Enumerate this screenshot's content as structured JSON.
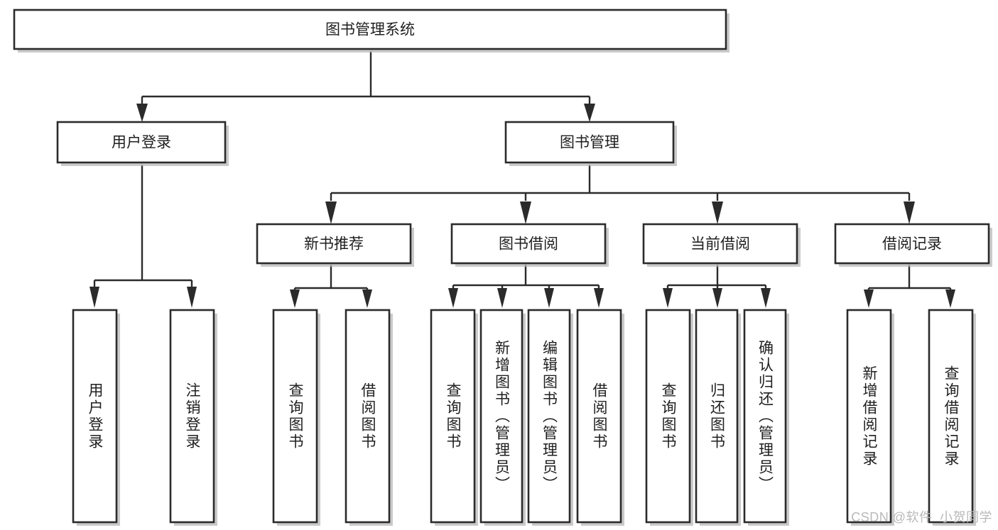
{
  "diagram": {
    "title": "图书管理系统",
    "type": "hierarchy-tree",
    "watermark": "CSDN @软件_小贺同学",
    "colors": {
      "stroke": "#2b2b2b",
      "fill": "#ffffff",
      "shadow": "#bdbdbd",
      "text": "#1f1f1f",
      "watermark": "#b9b9b9"
    },
    "levels": {
      "root": {
        "label": "图书管理系统"
      },
      "level1": [
        {
          "label": "用户登录"
        },
        {
          "label": "图书管理"
        }
      ],
      "level2": [
        {
          "label": "新书推荐"
        },
        {
          "label": "图书借阅"
        },
        {
          "label": "当前借阅"
        },
        {
          "label": "借阅记录"
        }
      ],
      "leaves": {
        "user_login": [
          {
            "label": "用户登录"
          },
          {
            "label": "注销登录"
          }
        ],
        "new_book": [
          {
            "label": "查询图书"
          },
          {
            "label": "借阅图书"
          }
        ],
        "book_borrow": [
          {
            "label": "查询图书"
          },
          {
            "label": "新增图书（管理员）"
          },
          {
            "label": "编辑图书（管理员）"
          },
          {
            "label": "借阅图书"
          }
        ],
        "current_borrow": [
          {
            "label": "查询图书"
          },
          {
            "label": "归还图书"
          },
          {
            "label": "确认归还（管理员）"
          }
        ],
        "borrow_record": [
          {
            "label": "新增借阅记录"
          },
          {
            "label": "查询借阅记录"
          }
        ]
      }
    }
  }
}
